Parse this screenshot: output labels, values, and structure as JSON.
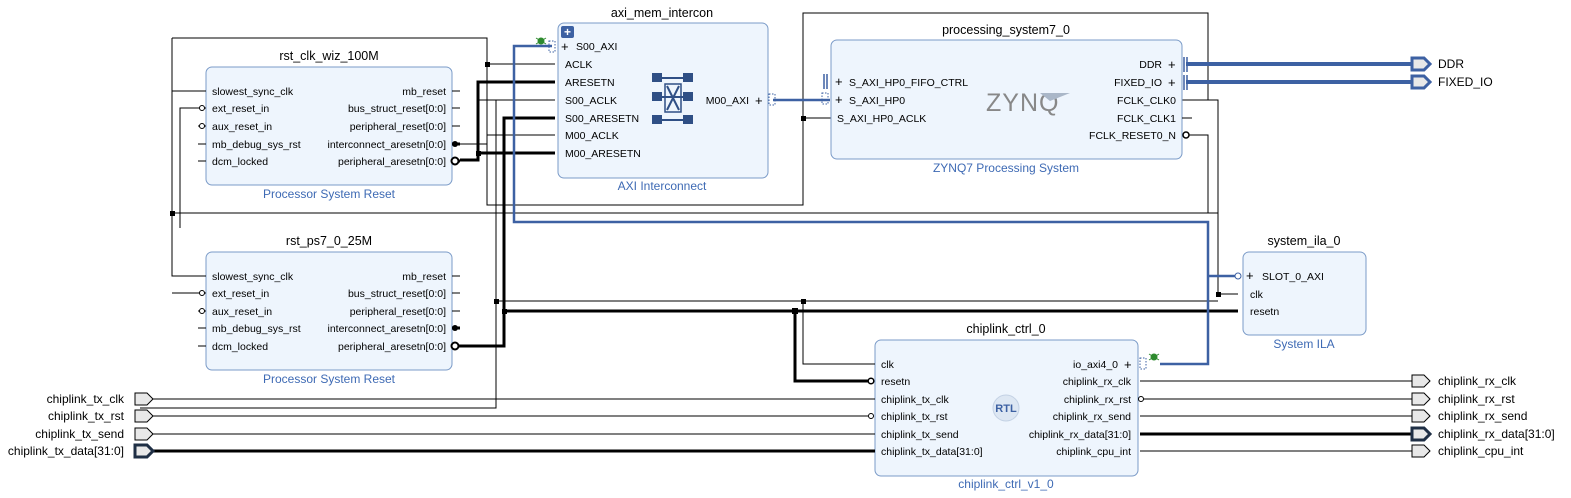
{
  "blocks": {
    "rst_clk": {
      "title": "rst_clk_wiz_100M",
      "subtitle": "Processor System Reset",
      "left_pins": [
        "slowest_sync_clk",
        "ext_reset_in",
        "aux_reset_in",
        "mb_debug_sys_rst",
        "dcm_locked"
      ],
      "right_pins": [
        "mb_reset",
        "bus_struct_reset[0:0]",
        "peripheral_reset[0:0]",
        "interconnect_aresetn[0:0]",
        "peripheral_aresetn[0:0]"
      ]
    },
    "rst_ps7": {
      "title": "rst_ps7_0_25M",
      "subtitle": "Processor System Reset",
      "left_pins": [
        "slowest_sync_clk",
        "ext_reset_in",
        "aux_reset_in",
        "mb_debug_sys_rst",
        "dcm_locked"
      ],
      "right_pins": [
        "mb_reset",
        "bus_struct_reset[0:0]",
        "peripheral_reset[0:0]",
        "interconnect_aresetn[0:0]",
        "peripheral_aresetn[0:0]"
      ]
    },
    "axi_mem": {
      "title": "axi_mem_intercon",
      "subtitle": "AXI Interconnect",
      "left_pins": [
        "S00_AXI",
        "ACLK",
        "ARESETN",
        "S00_ACLK",
        "S00_ARESETN",
        "M00_ACLK",
        "M00_ARESETN"
      ],
      "right_pins": [
        "M00_AXI"
      ]
    },
    "ps7": {
      "title": "processing_system7_0",
      "subtitle": "ZYNQ7 Processing System",
      "logo": "ZYNQ",
      "left_pins": [
        "S_AXI_HP0_FIFO_CTRL",
        "S_AXI_HP0",
        "S_AXI_HP0_ACLK"
      ],
      "right_pins": [
        "DDR",
        "FIXED_IO",
        "FCLK_CLK0",
        "FCLK_CLK1",
        "FCLK_RESET0_N"
      ]
    },
    "ila": {
      "title": "system_ila_0",
      "subtitle": "System ILA",
      "left_pins": [
        "SLOT_0_AXI",
        "clk",
        "resetn"
      ]
    },
    "chiplink": {
      "title": "chiplink_ctrl_0",
      "subtitle": "chiplink_ctrl_v1_0",
      "logo": "RTL",
      "left_pins": [
        "clk",
        "resetn",
        "chiplink_tx_clk",
        "chiplink_tx_rst",
        "chiplink_tx_send",
        "chiplink_tx_data[31:0]"
      ],
      "right_pins": [
        "io_axi4_0",
        "chiplink_rx_clk",
        "chiplink_rx_rst",
        "chiplink_rx_send",
        "chiplink_rx_data[31:0]",
        "chiplink_cpu_int"
      ]
    }
  },
  "external_ports": {
    "inputs": [
      "chiplink_tx_clk",
      "chiplink_tx_rst",
      "chiplink_tx_send",
      "chiplink_tx_data[31:0]"
    ],
    "outputs": [
      "DDR",
      "FIXED_IO",
      "chiplink_rx_clk",
      "chiplink_rx_rst",
      "chiplink_rx_send",
      "chiplink_rx_data[31:0]",
      "chiplink_cpu_int"
    ]
  },
  "colors": {
    "block_fill": "#eef5fd",
    "block_stroke": "#7b9bc8",
    "axi_wire": "#3d61a3",
    "subtitle": "#3e6ab4"
  }
}
